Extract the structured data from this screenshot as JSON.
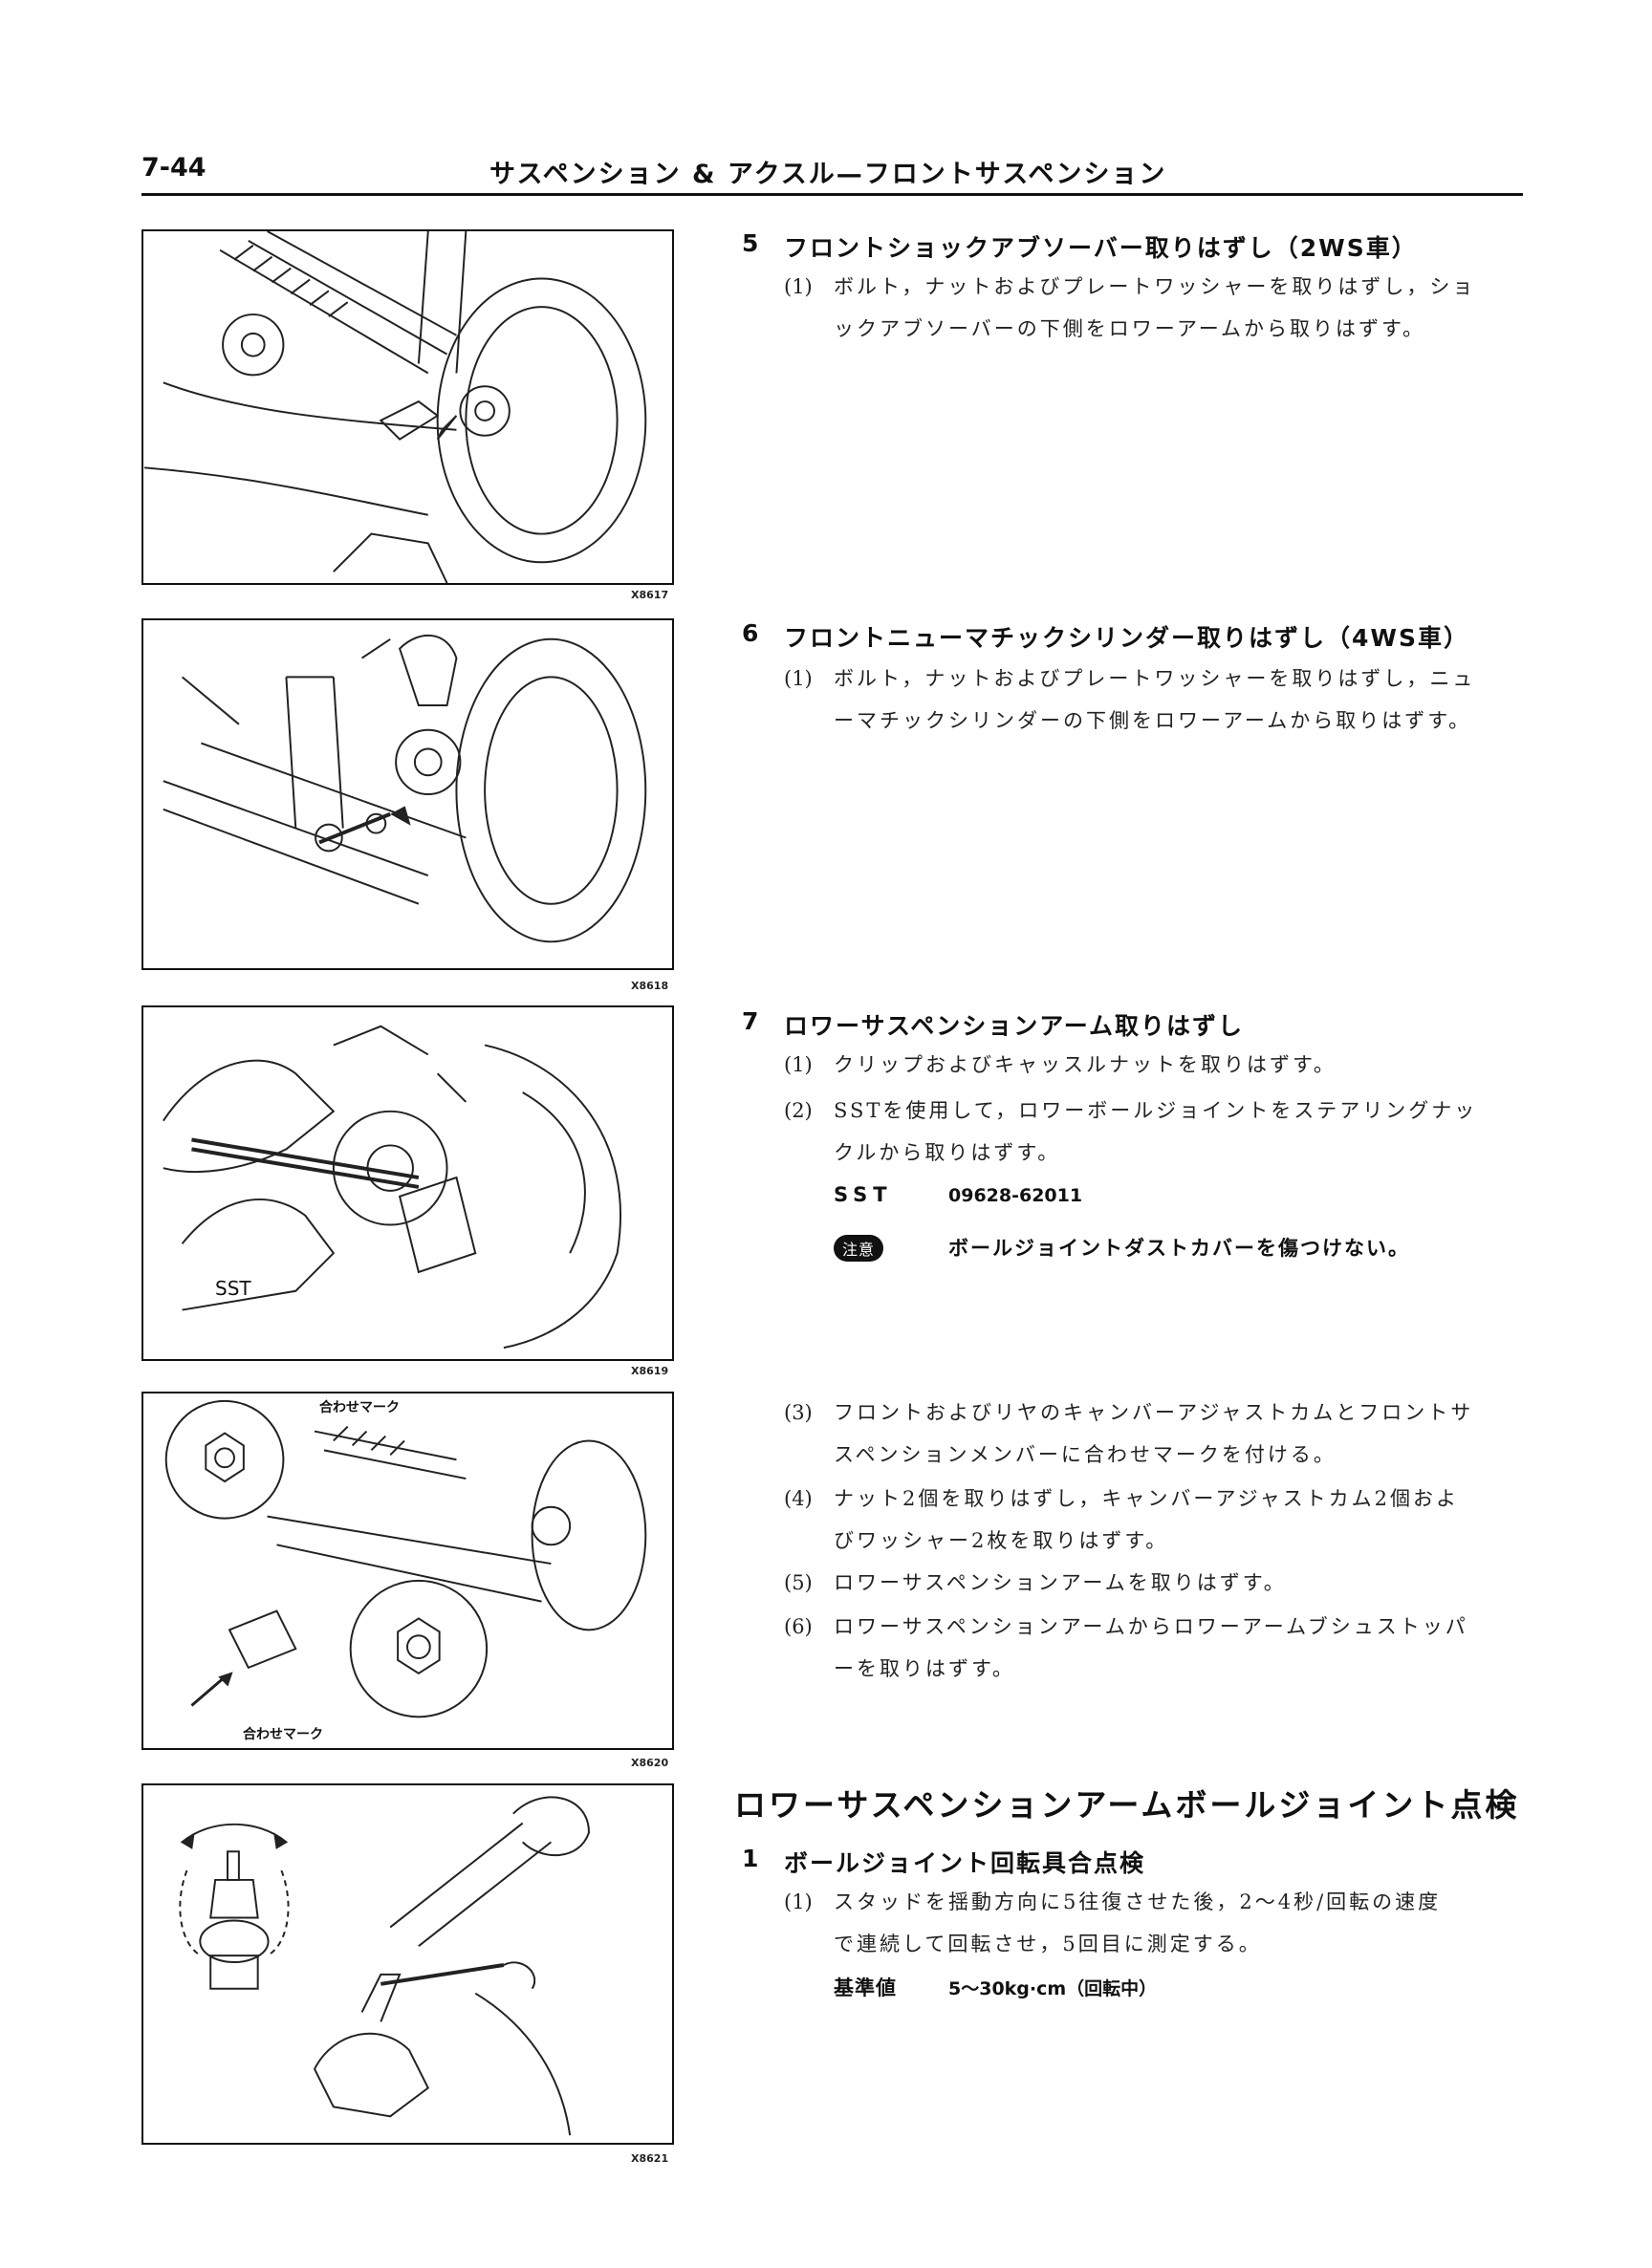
{
  "header": {
    "page_number": "7-44",
    "title": "サスペンション & アクスル—フロントサスペンション"
  },
  "figures": [
    {
      "code": "X8617"
    },
    {
      "code": "X8618"
    },
    {
      "code": "X8619",
      "label": "SST"
    },
    {
      "code": "X8620",
      "label_top": "合わせマーク",
      "label_bottom": "合わせマーク"
    },
    {
      "code": "X8621"
    }
  ],
  "step5": {
    "number": "5",
    "title": "フロントショックアブソーバー取りはずし（2WS車）",
    "items": [
      {
        "num": "(1)",
        "lines": [
          "ボルト，ナットおよびプレートワッシャーを取りはずし，ショ",
          "ックアブソーバーの下側をロワーアームから取りはずす。"
        ]
      }
    ]
  },
  "step6": {
    "number": "6",
    "title": "フロントニューマチックシリンダー取りはずし（4WS車）",
    "items": [
      {
        "num": "(1)",
        "lines": [
          "ボルト，ナットおよびプレートワッシャーを取りはずし，ニュ",
          "ーマチックシリンダーの下側をロワーアームから取りはずす。"
        ]
      }
    ]
  },
  "step7": {
    "number": "7",
    "title": "ロワーサスペンションアーム取りはずし",
    "items": [
      {
        "num": "(1)",
        "lines": [
          "クリップおよびキャッスルナットを取りはずす。"
        ]
      },
      {
        "num": "(2)",
        "lines": [
          "SSTを使用して，ロワーボールジョイントをステアリングナッ",
          "クルから取りはずす。"
        ]
      }
    ],
    "sst_label": "SST",
    "sst_value": "09628-62011",
    "caution_badge": "注意",
    "caution_text": "ボールジョイントダストカバーを傷つけない。",
    "items_more": [
      {
        "num": "(3)",
        "lines": [
          "フロントおよびリヤのキャンバーアジャストカムとフロントサ",
          "スペンションメンバーに合わせマークを付ける。"
        ]
      },
      {
        "num": "(4)",
        "lines": [
          "ナット2個を取りはずし，キャンバーアジャストカム2個およ",
          "びワッシャー2枚を取りはずす。"
        ]
      },
      {
        "num": "(5)",
        "lines": [
          "ロワーサスペンションアームを取りはずす。"
        ]
      },
      {
        "num": "(6)",
        "lines": [
          "ロワーサスペンションアームからロワーアームブシュストッパ",
          "ーを取りはずす。"
        ]
      }
    ]
  },
  "section": {
    "title": "ロワーサスペンションアームボールジョイント点検",
    "step1_number": "1",
    "step1_title": "ボールジョイント回転具合点検",
    "items": [
      {
        "num": "(1)",
        "lines": [
          "スタッドを揺動方向に5往復させた後，2～4秒/回転の速度",
          "で連続して回転させ，5回目に測定する。"
        ]
      }
    ],
    "spec_label": "基準値",
    "spec_value": "5～30kg·cm（回転中）"
  }
}
